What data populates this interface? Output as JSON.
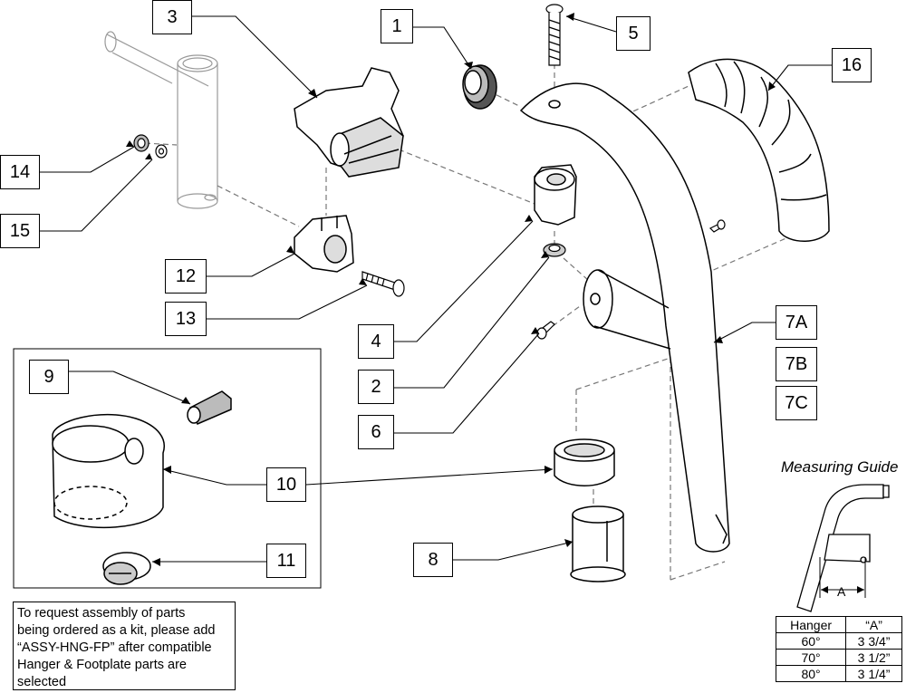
{
  "callouts": [
    {
      "id": "c1",
      "label": "1"
    },
    {
      "id": "c3",
      "label": "3"
    },
    {
      "id": "c5",
      "label": "5"
    },
    {
      "id": "c16",
      "label": "16"
    },
    {
      "id": "c14",
      "label": "14"
    },
    {
      "id": "c15",
      "label": "15"
    },
    {
      "id": "c12",
      "label": "12"
    },
    {
      "id": "c13",
      "label": "13"
    },
    {
      "id": "c4",
      "label": "4"
    },
    {
      "id": "c2",
      "label": "2"
    },
    {
      "id": "c6",
      "label": "6"
    },
    {
      "id": "c7a",
      "label": "7A"
    },
    {
      "id": "c7b",
      "label": "7B"
    },
    {
      "id": "c7c",
      "label": "7C"
    },
    {
      "id": "c9",
      "label": "9"
    },
    {
      "id": "c10",
      "label": "10"
    },
    {
      "id": "c11",
      "label": "11"
    },
    {
      "id": "c8",
      "label": "8"
    }
  ],
  "note": {
    "lines": [
      "To request assembly of parts",
      "being ordered as a kit, please add",
      "“ASSY-HNG-FP” after compatible",
      "Hanger & Footplate parts are",
      "selected"
    ]
  },
  "measuring_guide": {
    "title": "Measuring Guide",
    "dimension_label": "A",
    "table": {
      "headers": [
        "Hanger",
        "“A”"
      ],
      "rows": [
        [
          "60°",
          "3 3/4”"
        ],
        [
          "70°",
          "3 1/2”"
        ],
        [
          "80°",
          "3 1/4”"
        ]
      ]
    }
  }
}
